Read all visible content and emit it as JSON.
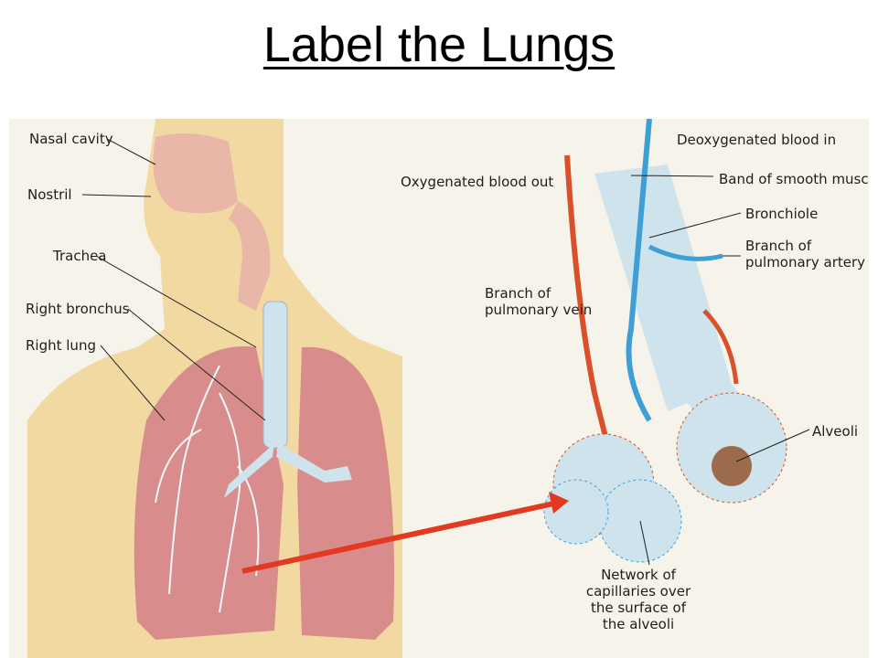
{
  "title": "Label the Lungs",
  "labels": {
    "nasal_cavity": "Nasal cavity",
    "nostril": "Nostril",
    "trachea": "Trachea",
    "right_bronchus": "Right bronchus",
    "right_lung": "Right lung",
    "oxygenated_blood_out": "Oxygenated blood out",
    "deoxygenated_blood_in": "Deoxygenated blood in",
    "band_of_smooth_muscle": "Band of smooth muscle",
    "bronchiole": "Bronchiole",
    "branch_of_pulmonary_artery_1": "Branch of",
    "branch_of_pulmonary_artery_2": "pulmonary artery",
    "branch_of_pulmonary_vein_1": "Branch of",
    "branch_of_pulmonary_vein_2": "pulmonary vein",
    "alveoli": "Alveoli",
    "capillaries_1": "Network of",
    "capillaries_2": "capillaries over",
    "capillaries_3": "the surface of",
    "capillaries_4": "the alveoli"
  },
  "colors": {
    "skin": "#f2d9a2",
    "lung": "#d98c8c",
    "lung_dark": "#c46b6b",
    "airway": "#cfe3ec",
    "artery": "#3d9fd6",
    "vein": "#d9512c",
    "arrow": "#e23a22"
  }
}
